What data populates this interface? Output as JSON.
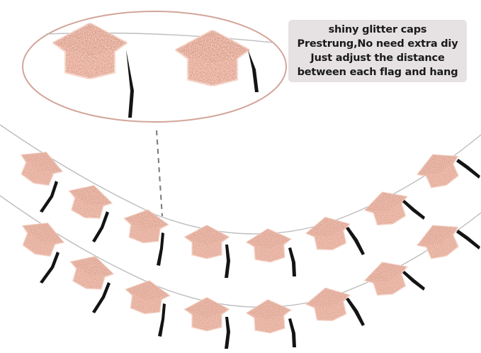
{
  "callout": {
    "lines": [
      "shiny glitter caps",
      "Prestrung,No need extra diy",
      "Just adjust the distance",
      "between each flag and hang"
    ]
  },
  "colors": {
    "glitter": "#e7a893",
    "glitter_dark": "#c98670",
    "glitter_light": "#f4cdbd",
    "tassel": "#141414",
    "string": "#b8b8b8",
    "zoom_circle": "#d2a59a",
    "callout_bg": "#e6e2e3"
  }
}
